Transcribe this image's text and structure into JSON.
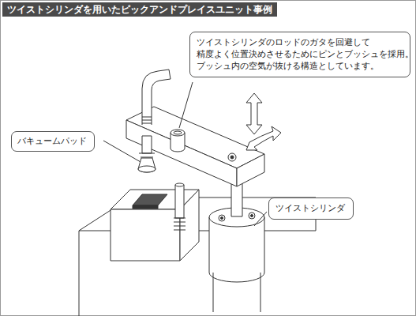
{
  "diagram": {
    "title": "ツイストシリンダを用いたピックアンドプレイスユニット事例",
    "nodes": [
      {
        "text": [
          "ツイストシリンダのロッドのガタを回避して 精度よく位置決めさせるためにピンとブッシュを採用。 ブッシュ内の空気が抜ける構造としています。"
        ]
      },
      {
        "text": [
          "バキュームパッド"
        ]
      },
      {
        "text": [
          "ツイストシリンダ"
        ]
      }
    ]
  }
}
